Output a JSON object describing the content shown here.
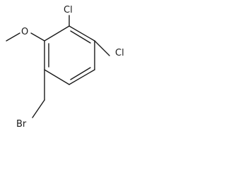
{
  "diagram": {
    "type": "chemical-structure",
    "atoms": {
      "cl_top": "Cl",
      "cl_right": "Cl",
      "o_methoxy": "O",
      "br": "Br"
    },
    "colors": {
      "ink": "#1a1a1a",
      "background": "#ffffff"
    }
  }
}
